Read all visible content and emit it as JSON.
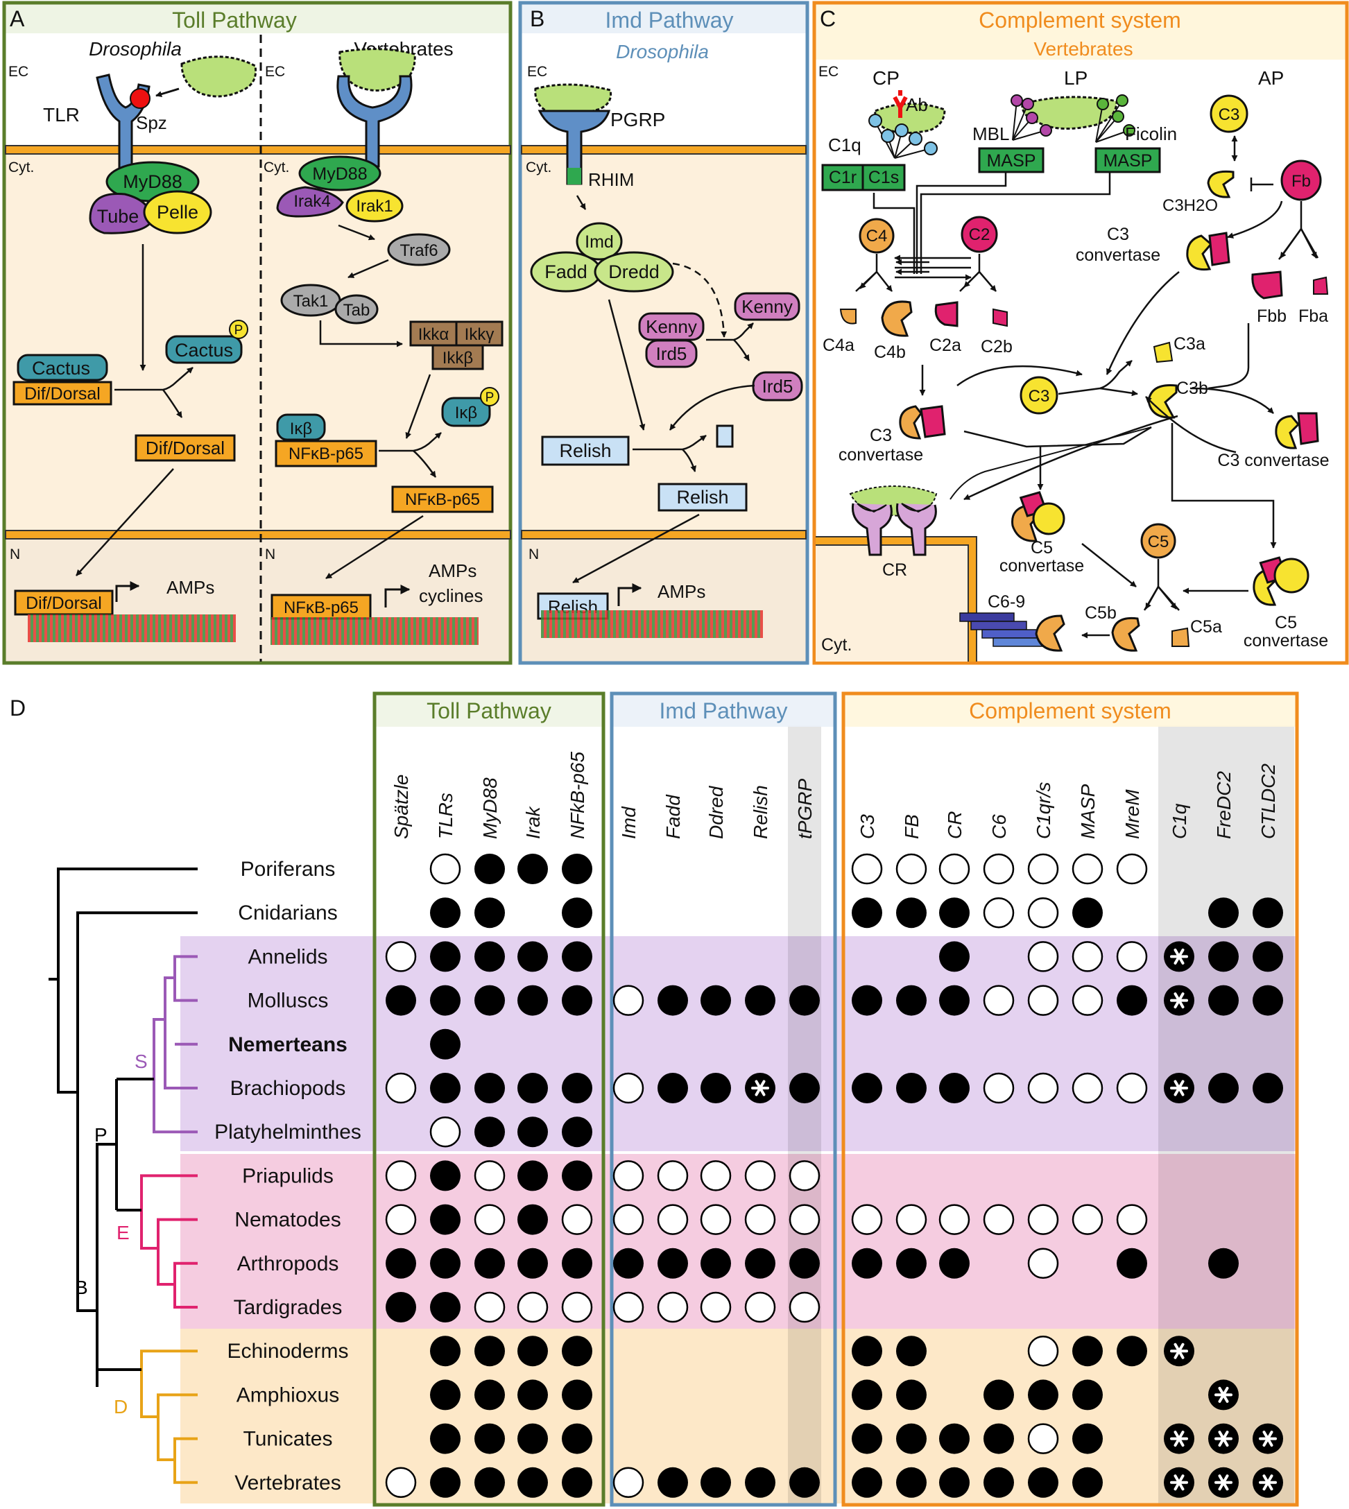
{
  "panelA": {
    "letter": "A",
    "title": "Toll Pathway",
    "sub_drosophila": "Drosophila",
    "sub_vertebrates": "Vertebrates",
    "ec": "EC",
    "cyt": "Cyt.",
    "n": "N",
    "tlr": "TLR",
    "spz": "Spz",
    "myd88": "MyD88",
    "tube": "Tube",
    "pelle": "Pelle",
    "cactus": "Cactus",
    "p": "P",
    "dif_dorsal": "Dif/Dorsal",
    "amps": "AMPs",
    "irak4": "Irak4",
    "irak1": "Irak1",
    "traf6": "Traf6",
    "tak1": "Tak1",
    "tab": "Tab",
    "ikka": "Ikkα",
    "ikky": "Ikkγ",
    "ikkb": "Ikkβ",
    "ikb": "Iκβ",
    "nfkb": "NFκB-p65",
    "cyclines": "cyclines"
  },
  "panelB": {
    "letter": "B",
    "title": "Imd Pathway",
    "sub": "Drosophila",
    "ec": "EC",
    "cyt": "Cyt.",
    "n": "N",
    "pgrp": "PGRP",
    "rhim": "RHIM",
    "imd": "Imd",
    "fadd": "Fadd",
    "dredd": "Dredd",
    "kenny": "Kenny",
    "ird5": "Ird5",
    "relish": "Relish",
    "amps": "AMPs"
  },
  "panelC": {
    "letter": "C",
    "title": "Complement system",
    "sub": "Vertebrates",
    "ec": "EC",
    "cyt": "Cyt.",
    "cp": "CP",
    "lp": "LP",
    "ap": "AP",
    "ab": "Ab",
    "c1q": "C1q",
    "c1r": "C1r",
    "c1s": "C1s",
    "mbl": "MBL",
    "ficolin": "Ficolin",
    "masp": "MASP",
    "c3": "C3",
    "c3h2o": "C3H2O",
    "fb": "Fb",
    "c4": "C4",
    "c2": "C2",
    "c3_convertase": "C3 convertase",
    "c3_word": "C3",
    "convertase_word": "convertase",
    "c4a": "C4a",
    "c4b": "C4b",
    "c2a": "C2a",
    "c2b": "C2b",
    "fbb": "Fbb",
    "fba": "Fba",
    "c3a": "C3a",
    "c3b": "C3b",
    "cr": "CR",
    "c5_word": "C5",
    "c5": "C5",
    "c5a": "C5a",
    "c5b": "C5b",
    "c69": "C6-9"
  },
  "panelD": {
    "letter": "D",
    "groups": [
      {
        "title": "Toll Pathway",
        "columns": [
          "Spätzle",
          "TLRs",
          "MyD88",
          "Irak",
          "NFkB-p65"
        ]
      },
      {
        "title": "Imd Pathway",
        "columns": [
          "Imd",
          "Fadd",
          "Ddred",
          "Relish",
          "tPGRP"
        ]
      },
      {
        "title": "Complement system",
        "columns": [
          "C3",
          "FB",
          "CR",
          "C6",
          "C1qr/s",
          "MASP",
          "MreM",
          "C1q",
          "FreDC2",
          "CTLDC2"
        ]
      }
    ],
    "clade_labels": [
      "S",
      "P",
      "E",
      "B",
      "D"
    ],
    "legend_codes": {
      "filled": "F",
      "open": "O",
      "star": "S",
      "absent": "-"
    },
    "taxa": [
      {
        "name": "Poriferans",
        "bold": false,
        "cells": [
          "-",
          "O",
          "F",
          "F",
          "F",
          "-",
          "-",
          "-",
          "-",
          "-",
          "O",
          "O",
          "O",
          "O",
          "O",
          "O",
          "O",
          "-",
          "-",
          "-"
        ]
      },
      {
        "name": "Cnidarians",
        "bold": false,
        "cells": [
          "-",
          "F",
          "F",
          "-",
          "F",
          "-",
          "-",
          "-",
          "-",
          "-",
          "F",
          "F",
          "F",
          "O",
          "O",
          "F",
          "-",
          "-",
          "F",
          "F"
        ]
      },
      {
        "name": "Annelids",
        "bold": false,
        "cells": [
          "O",
          "F",
          "F",
          "F",
          "F",
          "-",
          "-",
          "-",
          "-",
          "-",
          "-",
          "-",
          "F",
          "-",
          "O",
          "O",
          "O",
          "S",
          "F",
          "F"
        ]
      },
      {
        "name": "Molluscs",
        "bold": false,
        "cells": [
          "F",
          "F",
          "F",
          "F",
          "F",
          "O",
          "F",
          "F",
          "F",
          "F",
          "F",
          "F",
          "F",
          "O",
          "O",
          "O",
          "F",
          "S",
          "F",
          "F"
        ]
      },
      {
        "name": "Nemerteans",
        "bold": true,
        "cells": [
          "-",
          "F",
          "-",
          "-",
          "-",
          "-",
          "-",
          "-",
          "-",
          "-",
          "-",
          "-",
          "-",
          "-",
          "-",
          "-",
          "-",
          "-",
          "-",
          "-"
        ]
      },
      {
        "name": "Brachiopods",
        "bold": false,
        "cells": [
          "O",
          "F",
          "F",
          "F",
          "F",
          "O",
          "F",
          "F",
          "S",
          "F",
          "F",
          "F",
          "F",
          "O",
          "O",
          "O",
          "O",
          "S",
          "F",
          "F"
        ]
      },
      {
        "name": "Platyhelminthes",
        "bold": false,
        "cells": [
          "-",
          "O",
          "F",
          "F",
          "F",
          "-",
          "-",
          "-",
          "-",
          "-",
          "-",
          "-",
          "-",
          "-",
          "-",
          "-",
          "-",
          "-",
          "-",
          "-"
        ]
      },
      {
        "name": "Priapulids",
        "bold": false,
        "cells": [
          "O",
          "F",
          "O",
          "F",
          "F",
          "O",
          "O",
          "O",
          "O",
          "O",
          "-",
          "-",
          "-",
          "-",
          "-",
          "-",
          "-",
          "-",
          "-",
          "-"
        ]
      },
      {
        "name": "Nematodes",
        "bold": false,
        "cells": [
          "O",
          "F",
          "O",
          "F",
          "O",
          "O",
          "O",
          "O",
          "O",
          "O",
          "O",
          "O",
          "O",
          "O",
          "O",
          "O",
          "O",
          "-",
          "-",
          "-"
        ]
      },
      {
        "name": "Arthropods",
        "bold": false,
        "cells": [
          "F",
          "F",
          "F",
          "F",
          "F",
          "F",
          "F",
          "F",
          "F",
          "F",
          "F",
          "F",
          "F",
          "-",
          "O",
          "-",
          "F",
          "-",
          "F",
          "-"
        ]
      },
      {
        "name": "Tardigrades",
        "bold": false,
        "cells": [
          "F",
          "F",
          "O",
          "O",
          "O",
          "O",
          "O",
          "O",
          "O",
          "O",
          "-",
          "-",
          "-",
          "-",
          "-",
          "-",
          "-",
          "-",
          "-",
          "-"
        ]
      },
      {
        "name": "Echinoderms",
        "bold": false,
        "cells": [
          "-",
          "F",
          "F",
          "F",
          "F",
          "-",
          "-",
          "-",
          "-",
          "-",
          "F",
          "F",
          "-",
          "-",
          "O",
          "F",
          "F",
          "S",
          "-",
          "-"
        ]
      },
      {
        "name": "Amphioxus",
        "bold": false,
        "cells": [
          "-",
          "F",
          "F",
          "F",
          "F",
          "-",
          "-",
          "-",
          "-",
          "-",
          "F",
          "F",
          "-",
          "F",
          "F",
          "F",
          "-",
          "-",
          "S",
          "-"
        ]
      },
      {
        "name": "Tunicates",
        "bold": false,
        "cells": [
          "-",
          "F",
          "F",
          "F",
          "F",
          "-",
          "-",
          "-",
          "-",
          "-",
          "F",
          "F",
          "F",
          "F",
          "O",
          "F",
          "-",
          "S",
          "S",
          "S"
        ]
      },
      {
        "name": "Vertebrates",
        "bold": false,
        "cells": [
          "O",
          "F",
          "F",
          "F",
          "F",
          "O",
          "F",
          "F",
          "F",
          "F",
          "F",
          "F",
          "F",
          "F",
          "F",
          "F",
          "-",
          "S",
          "S",
          "S"
        ]
      }
    ]
  },
  "colors": {
    "toll": "#5a7d2a",
    "imd": "#5d8fb8",
    "complement": "#f08c1e",
    "cytoplasm": "#fdf0dc",
    "membrane": "#f5a623",
    "nucleus": "#f6ead9",
    "spiralia": "#e4d2f0",
    "ecdysozoa": "#f5cce0",
    "deuterostomes": "#fde8c8"
  }
}
